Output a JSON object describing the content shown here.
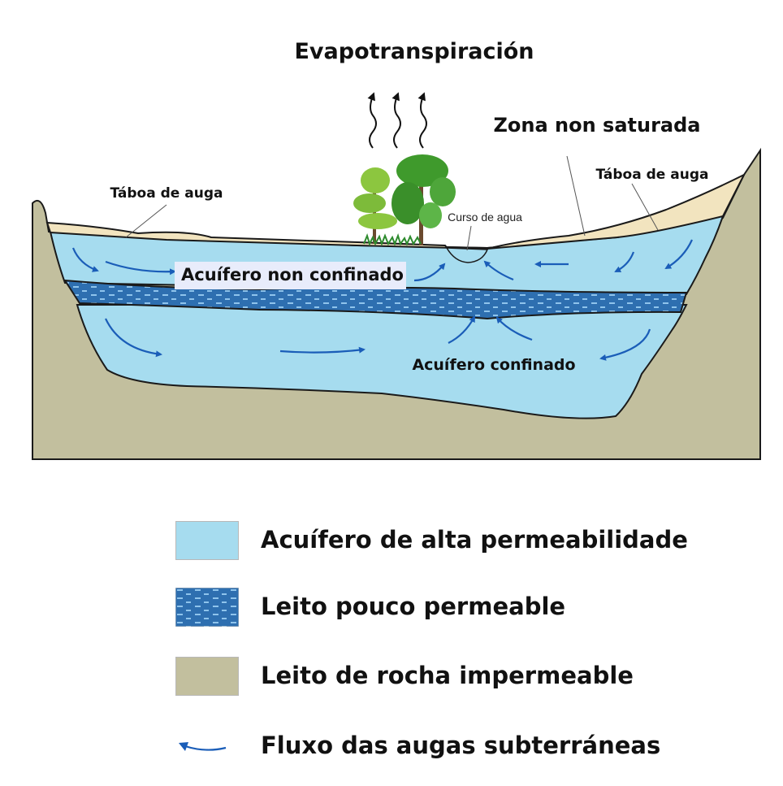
{
  "diagram": {
    "title": "Evapotranspiración",
    "labels": {
      "unsaturated_zone": "Zona non saturada",
      "water_table_left": "Táboa de auga",
      "water_table_right": "Táboa de auga",
      "stream": "Curso de agua",
      "unconfined_aquifer": "Acuífero non confinado",
      "confined_aquifer": "Acuífero confinado"
    },
    "colors": {
      "aquifer": "#a6dcef",
      "aquitard": "#2e6fb0",
      "bedrock": "#c2bf9e",
      "topsoil": "#f2e4bf",
      "flow_arrow": "#1a5db8",
      "tree_green": "#3f9a2c"
    }
  },
  "legend": {
    "items": [
      {
        "label": "Acuífero de alta permeabilidade",
        "swatch": "aquifer"
      },
      {
        "label": "Leito pouco permeable",
        "swatch": "aquitard"
      },
      {
        "label": "Leito de rocha impermeable",
        "swatch": "bedrock"
      },
      {
        "label": "Fluxo das augas subterráneas",
        "swatch": "flow-arrow"
      }
    ]
  }
}
